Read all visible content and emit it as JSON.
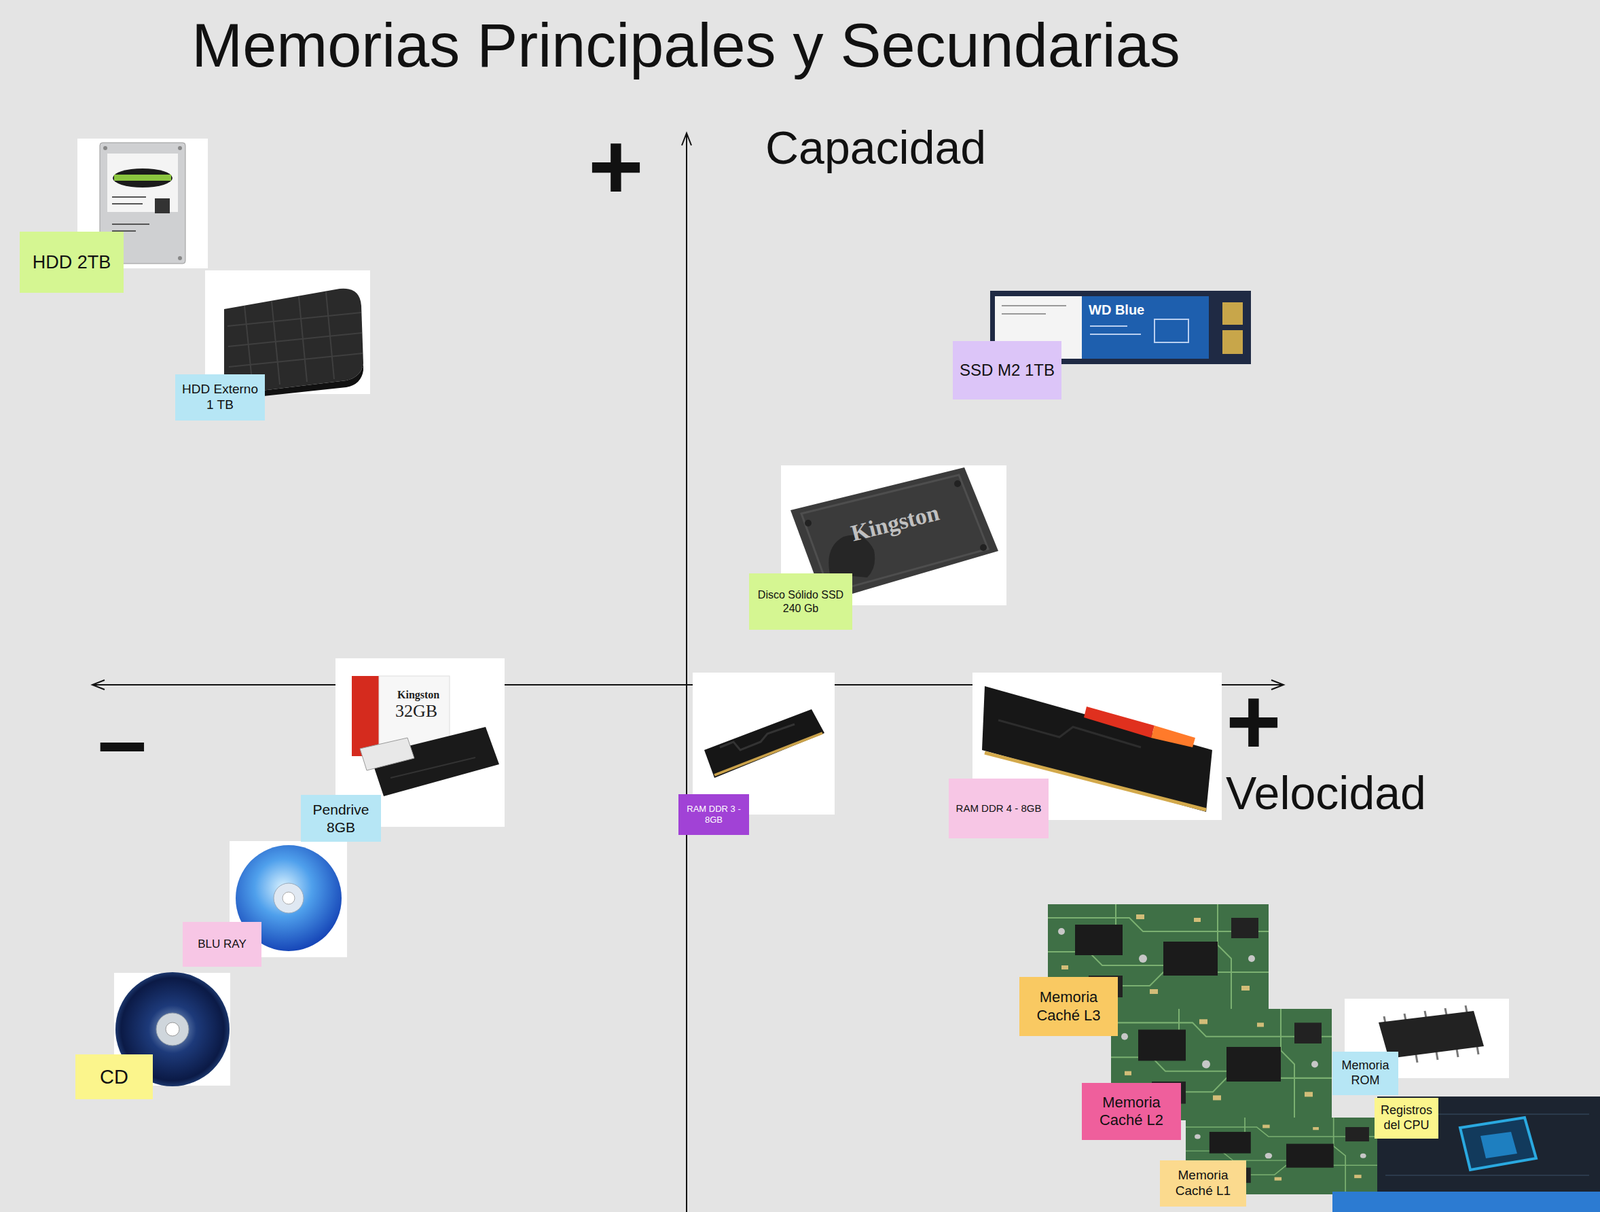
{
  "diagram": {
    "title": "Memorias Principales y Secundarias",
    "nodes": [
      {
        "text": [
          "HDD 2TB"
        ]
      },
      {
        "text": [
          "HDD Externo 1 TB"
        ]
      },
      {
        "text": [
          "SSD M2 1TB"
        ]
      },
      {
        "text": [
          "Disco Sólido SSD 240 Gb"
        ]
      },
      {
        "text": [
          "Pendrive 8GB"
        ]
      },
      {
        "text": [
          "RAM DDR 3 - 8GB"
        ]
      },
      {
        "text": [
          "RAM DDR 4 - 8GB"
        ]
      },
      {
        "text": [
          "BLU RAY"
        ]
      },
      {
        "text": [
          "CD"
        ]
      },
      {
        "text": [
          "Memoria Caché L3"
        ]
      },
      {
        "text": [
          "Memoria Caché L2"
        ]
      },
      {
        "text": [
          "Memoria Caché L1"
        ]
      },
      {
        "text": [
          "Memoria ROM"
        ]
      },
      {
        "text": [
          "Registros del CPU"
        ]
      }
    ],
    "labels": [
      "+",
      "Capacidad",
      "–",
      "+",
      "Velocidad",
      "WD Blue",
      "Kingston",
      "Kingston",
      "32GB"
    ]
  }
}
